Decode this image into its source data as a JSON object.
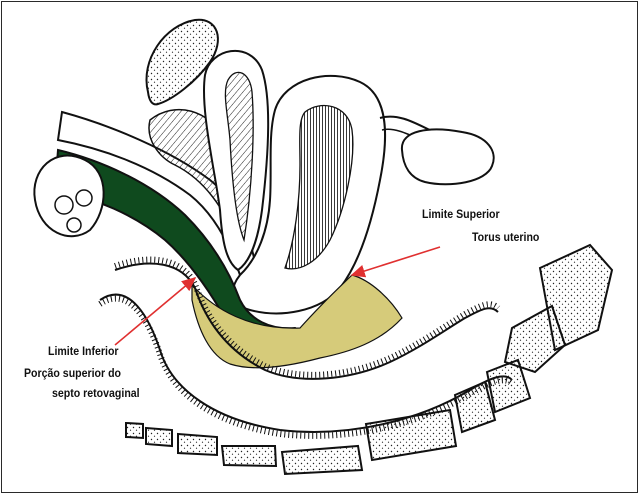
{
  "labels": {
    "superior_line1": "Limite Superior",
    "superior_line2": "Torus uterino",
    "inferior_line1": "Limite Inferior",
    "inferior_line2": "Porção superior do",
    "inferior_line3": "septo retovaginal"
  },
  "colors": {
    "line": "#111111",
    "arrow": "#e03030",
    "region_fill": "#d6cb7a",
    "vagina_fill": "#0f4a1e",
    "frame": "#2a2a2a",
    "background": "#ffffff"
  }
}
